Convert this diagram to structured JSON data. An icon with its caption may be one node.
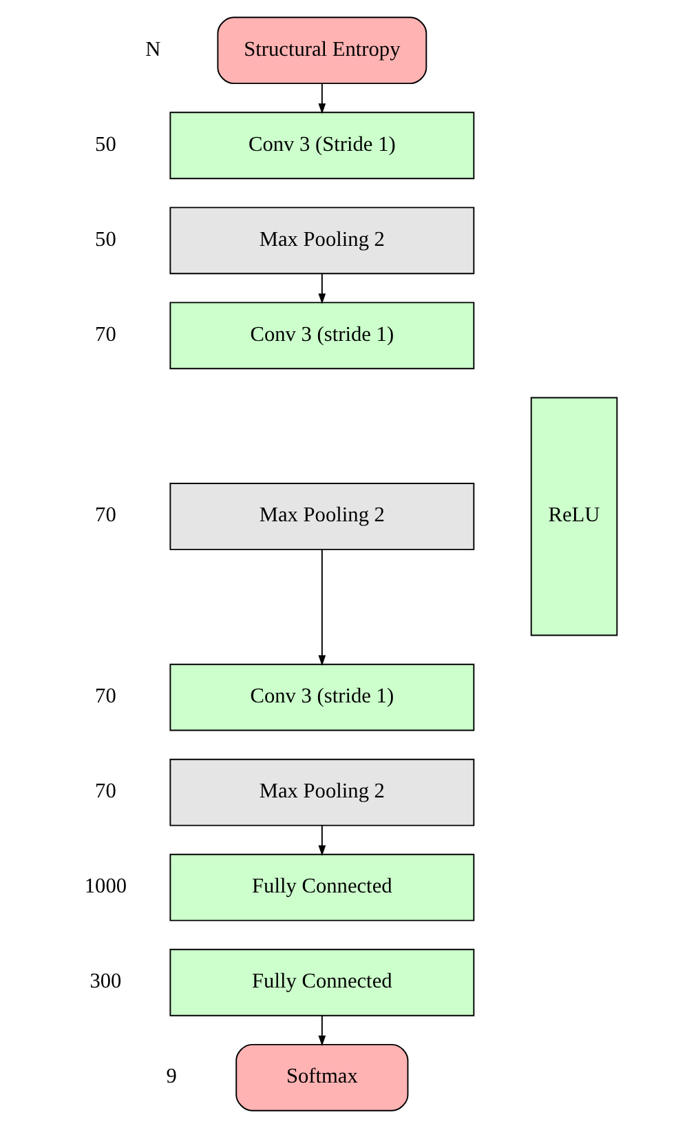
{
  "diagram": {
    "nodes": [
      {
        "text": [
          "Structural Entropy"
        ],
        "beside": [
          "N"
        ]
      },
      {
        "text": [
          "Conv 3 (Stride 1)"
        ],
        "beside": [
          "50"
        ]
      },
      {
        "text": [
          "Max Pooling 2"
        ],
        "beside": [
          "50"
        ]
      },
      {
        "text": [
          "Conv 3 (stride 1)"
        ],
        "beside": [
          "70"
        ]
      },
      {
        "text": [
          "Max Pooling 2"
        ],
        "beside": [
          "70"
        ]
      },
      {
        "text": [
          "Conv 3 (stride 1)"
        ],
        "beside": [
          "70"
        ]
      },
      {
        "text": [
          "Max Pooling 2"
        ],
        "beside": [
          "70"
        ]
      },
      {
        "text": [
          "Fully Connected"
        ],
        "beside": [
          "1000"
        ]
      },
      {
        "text": [
          "Fully Connected"
        ],
        "beside": [
          "300"
        ]
      },
      {
        "text": [
          "Softmax"
        ],
        "beside": [
          "9"
        ]
      },
      {
        "text": [
          "ReLU"
        ]
      }
    ],
    "edges": [
      {
        "from": 0,
        "to": 1,
        "arrow": "to"
      },
      {
        "from": 2,
        "to": 3,
        "arrow": "to"
      },
      {
        "from": 4,
        "to": 5,
        "arrow": "to"
      },
      {
        "from": 6,
        "to": 7,
        "arrow": "to"
      },
      {
        "from": 8,
        "to": 9,
        "arrow": "to"
      }
    ]
  }
}
